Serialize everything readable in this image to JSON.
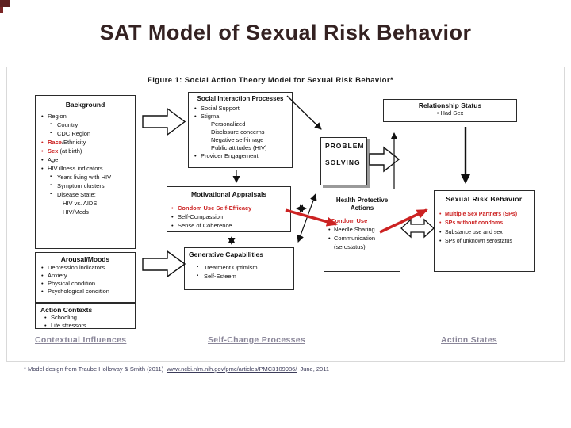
{
  "slide": {
    "title": "SAT Model of Sexual Risk Behavior"
  },
  "figure": {
    "caption": "Figure 1: Social Action Theory Model for Sexual Risk Behavior*"
  },
  "boxes": {
    "background": {
      "title": "Background",
      "items": [
        {
          "text": "Region"
        },
        {
          "text": "Country"
        },
        {
          "text": "CDC Region"
        },
        {
          "t1": "Race",
          "t2": "/Ethnicity"
        },
        {
          "t1": "Sex",
          "t2": " (at birth)"
        },
        {
          "text": "Age"
        },
        {
          "text": "HIV illness indicators"
        },
        {
          "text": "Years living with HIV"
        },
        {
          "text": "Symptom clusters"
        },
        {
          "text": "Disease State:"
        },
        {
          "text": "HIV vs. AIDS"
        },
        {
          "text": "HIV/Meds"
        }
      ]
    },
    "arousal_moods": {
      "title": "Arousal/Moods",
      "items": [
        {
          "text": "Depression indicators"
        },
        {
          "text": "Anxiety"
        },
        {
          "text": "Physical condition"
        },
        {
          "text": "Psychological condition"
        }
      ]
    },
    "action_contexts": {
      "title": "Action Contexts",
      "items": [
        {
          "text": "Schooling"
        },
        {
          "text": "Life stressors"
        }
      ]
    },
    "social_interaction": {
      "title": "Social Interaction Processes",
      "items": [
        {
          "text": "Social Support"
        },
        {
          "text": "Stigma"
        },
        {
          "text": "Personalized"
        },
        {
          "text": "Disclosure concerns"
        },
        {
          "text": "Negative self-image"
        },
        {
          "text": "Public attitudes (HIV)"
        },
        {
          "text": "Provider Engagement"
        }
      ]
    },
    "motivational_appraisals": {
      "title": "Motivational Appraisals",
      "items": [
        {
          "text": "Condom Use Self-Efficacy"
        },
        {
          "text": "Self-Compassion"
        },
        {
          "text": "Sense of Coherence"
        }
      ]
    },
    "generative_capabilities": {
      "title": "Generative Capabilities",
      "items": [
        {
          "text": "Treatment Optimism"
        },
        {
          "text": "Self-Esteem"
        }
      ]
    },
    "problem_solving": {
      "line1": "PROBLEM",
      "line2": "SOLVING"
    },
    "relationship_status": {
      "title": "Relationship Status",
      "items": [
        {
          "text": "Had Sex"
        }
      ]
    },
    "health_protective": {
      "title": "Health Protective Actions",
      "items": [
        {
          "text": "Condom Use"
        },
        {
          "text": "Needle Sharing"
        },
        {
          "text": "Communication"
        },
        {
          "text": "(serostatus)"
        }
      ]
    },
    "sexual_risk": {
      "title": "Sexual Risk Behavior",
      "items": [
        {
          "text": "Multiple Sex Partners (SPs)"
        },
        {
          "text": "SPs without condoms"
        },
        {
          "text": "Substance use and sex"
        },
        {
          "text": "SPs of unknown serostatus"
        }
      ]
    }
  },
  "bottom_labels": {
    "contextual": "Contextual Influences",
    "self_change": "Self-Change Processes",
    "action_states": "Action States"
  },
  "footnote": {
    "prefix": "* Model design from Traube Holloway & Smith (2011)",
    "link": "www.ncbi.nlm.nih.gov/pmc/articles/PMC3109986/",
    "suffix": "June, 2011"
  },
  "colors": {
    "accent_red": "#cc2222",
    "bottom_label_gray": "#8a8699",
    "title_brown": "#342222"
  }
}
